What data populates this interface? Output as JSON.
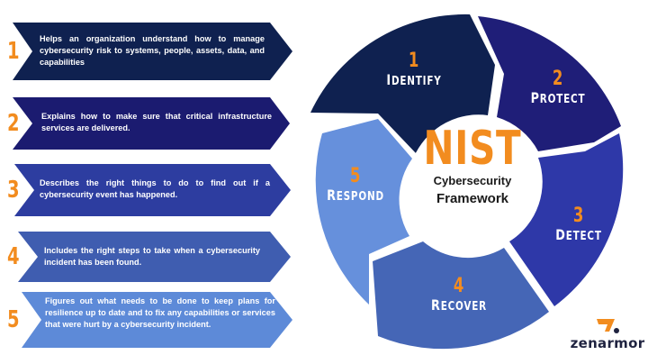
{
  "left_panel": {
    "items": [
      {
        "number": "1",
        "color": "#0f2150",
        "text": "Helps an organization understand how to manage cybersecurity risk to systems, people, assets, data, and capabilities"
      },
      {
        "number": "2",
        "color": "#1b1b70",
        "text": "Explains how to make sure that critical infrastructure services are delivered."
      },
      {
        "number": "3",
        "color": "#2d3da0",
        "text": "Describes the right things to do to find out if a cybersecurity event has happened."
      },
      {
        "number": "4",
        "color": "#3f5db0",
        "text": "Includes the right steps to take when a cybersecurity incident has been found."
      },
      {
        "number": "5",
        "color": "#5d8ad8",
        "text": "Figures out what needs to be done to keep plans for resilience up to date and to fix any capabilities or services that were hurt by a cybersecurity incident."
      }
    ]
  },
  "cycle": {
    "center": {
      "title": "NIST",
      "line1": "Cybersecurity",
      "line2": "Framework"
    },
    "segments": [
      {
        "number": "1",
        "label_first": "I",
        "label_rest": "DENTIFY",
        "label": "Identify",
        "color": "#0f2150"
      },
      {
        "number": "2",
        "label_first": "P",
        "label_rest": "ROTECT",
        "label": "Protect",
        "color": "#1f1e78"
      },
      {
        "number": "3",
        "label_first": "D",
        "label_rest": "ETECT",
        "label": "Detect",
        "color": "#2e38a8"
      },
      {
        "number": "4",
        "label_first": "R",
        "label_rest": "ECOVER",
        "label": "Recover",
        "color": "#4566b6"
      },
      {
        "number": "5",
        "label_first": "R",
        "label_rest": "ESPOND",
        "label": "Respond",
        "color": "#6690dc"
      }
    ]
  },
  "branding": {
    "logo_text": "zenarmor",
    "accent": "#f28c1f"
  }
}
